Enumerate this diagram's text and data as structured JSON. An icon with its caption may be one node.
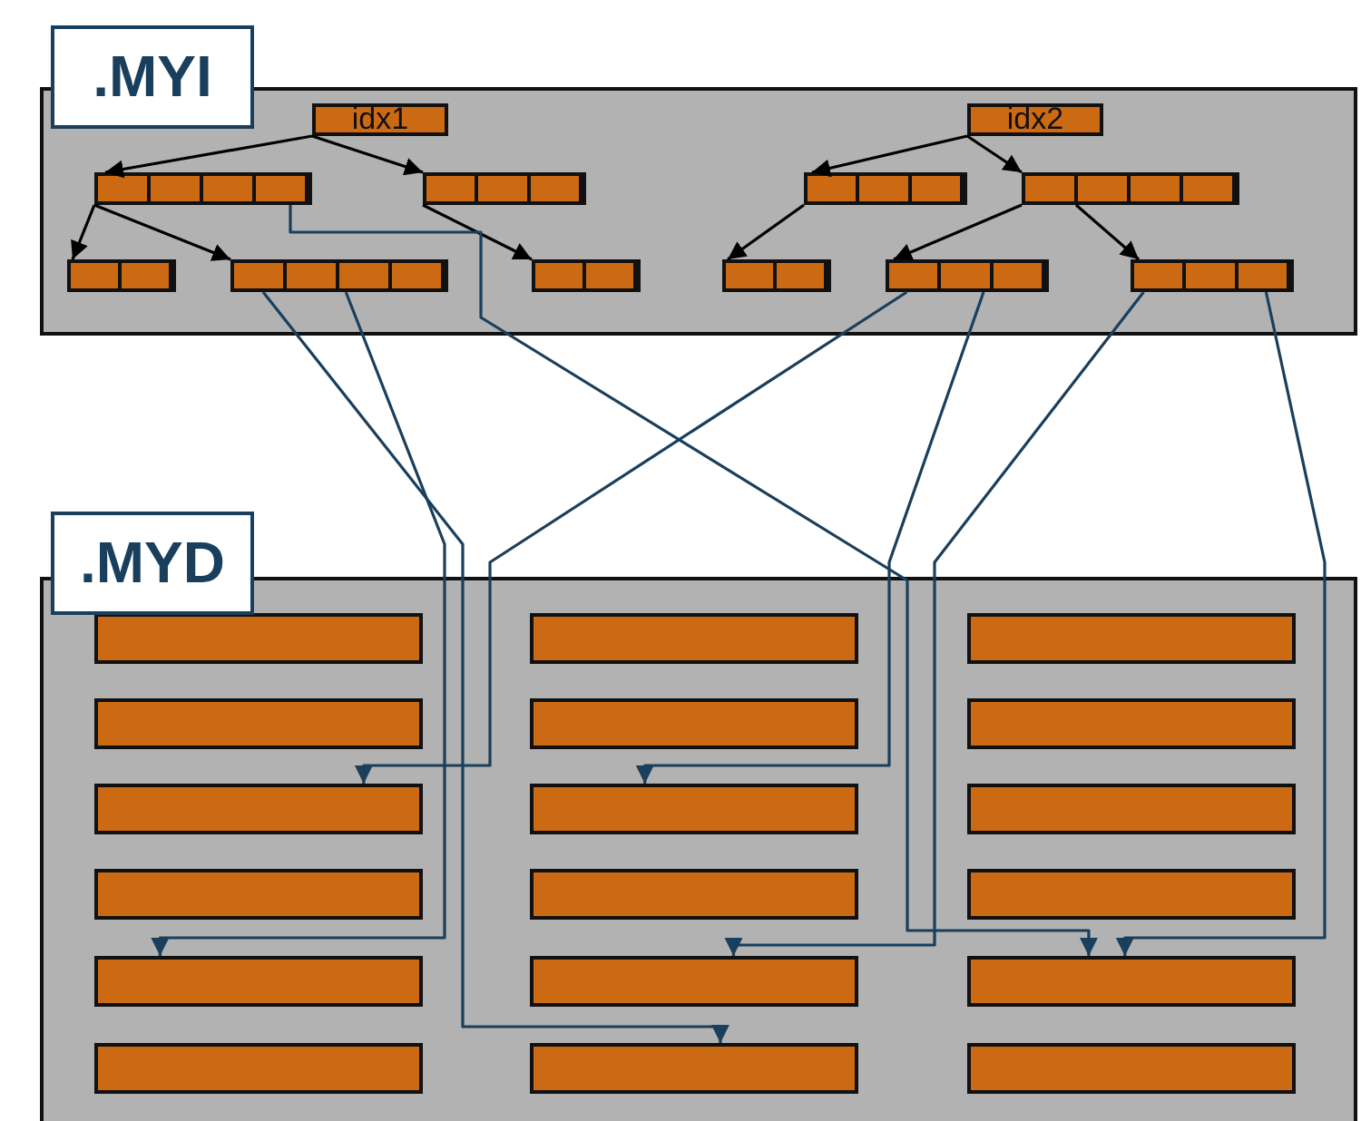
{
  "diagram": {
    "nodes": [
      {
        "text": [
          ".MYI"
        ]
      },
      {
        "text": [
          "idx1"
        ],
        "in": 0
      },
      {
        "text": [],
        "shape": "box",
        "in": 0
      },
      {
        "text": [],
        "shape": "box",
        "in": 0
      },
      {
        "text": [],
        "shape": "box",
        "in": 0
      },
      {
        "text": [],
        "shape": "box",
        "in": 0
      },
      {
        "text": [],
        "shape": "box",
        "in": 0
      },
      {
        "text": [
          "idx2"
        ],
        "in": 0
      },
      {
        "text": [],
        "shape": "box",
        "in": 0
      },
      {
        "text": [],
        "shape": "box",
        "in": 0
      },
      {
        "text": [],
        "shape": "box",
        "in": 0
      },
      {
        "text": [],
        "shape": "box",
        "in": 0
      },
      {
        "text": [],
        "shape": "box",
        "in": 0
      },
      {
        "text": [
          ".MYD"
        ]
      },
      {
        "text": [],
        "shape": "box",
        "in": 13
      },
      {
        "text": [],
        "shape": "box",
        "in": 13
      },
      {
        "text": [],
        "shape": "box",
        "in": 13
      },
      {
        "text": [],
        "shape": "box",
        "in": 13
      },
      {
        "text": [],
        "shape": "box",
        "in": 13
      },
      {
        "text": [],
        "shape": "box",
        "in": 13
      },
      {
        "text": [],
        "shape": "box",
        "in": 13
      },
      {
        "text": [],
        "shape": "box",
        "in": 13
      },
      {
        "text": [],
        "shape": "box",
        "in": 13
      },
      {
        "text": [],
        "shape": "box",
        "in": 13
      },
      {
        "text": [],
        "shape": "box",
        "in": 13
      },
      {
        "text": [],
        "shape": "box",
        "in": 13
      },
      {
        "text": [],
        "shape": "box",
        "in": 13
      },
      {
        "text": [],
        "shape": "box",
        "in": 13
      },
      {
        "text": [],
        "shape": "box",
        "in": 13
      },
      {
        "text": [],
        "shape": "box",
        "in": 13
      },
      {
        "text": [],
        "shape": "box",
        "in": 13
      },
      {
        "text": [],
        "shape": "box",
        "in": 13
      }
    ],
    "edges": [
      {
        "from": 1,
        "to": 2,
        "arrow": "to"
      },
      {
        "from": 1,
        "to": 3,
        "arrow": "to"
      },
      {
        "from": 2,
        "to": 4,
        "arrow": "to"
      },
      {
        "from": 2,
        "to": 5,
        "arrow": "to"
      },
      {
        "from": 3,
        "to": 6,
        "arrow": "to"
      },
      {
        "from": 7,
        "to": 8,
        "arrow": "to"
      },
      {
        "from": 7,
        "to": 9,
        "arrow": "to"
      },
      {
        "from": 8,
        "to": 10,
        "arrow": "to"
      },
      {
        "from": 9,
        "to": 11,
        "arrow": "to"
      },
      {
        "from": 9,
        "to": 12,
        "arrow": "to"
      },
      {
        "from": 2,
        "to": 28,
        "arrow": "to",
        "color": "#1a3f5c"
      },
      {
        "from": 5,
        "to": 30,
        "arrow": "to",
        "color": "#1a3f5c"
      },
      {
        "from": 5,
        "to": 26,
        "arrow": "to",
        "color": "#1a3f5c"
      },
      {
        "from": 11,
        "to": 20,
        "arrow": "to",
        "color": "#1a3f5c"
      },
      {
        "from": 11,
        "to": 21,
        "arrow": "to",
        "color": "#1a3f5c"
      },
      {
        "from": 12,
        "to": 27,
        "arrow": "to",
        "color": "#1a3f5c"
      },
      {
        "from": 12,
        "to": 28,
        "arrow": "to",
        "color": "#1a3f5c"
      }
    ]
  }
}
